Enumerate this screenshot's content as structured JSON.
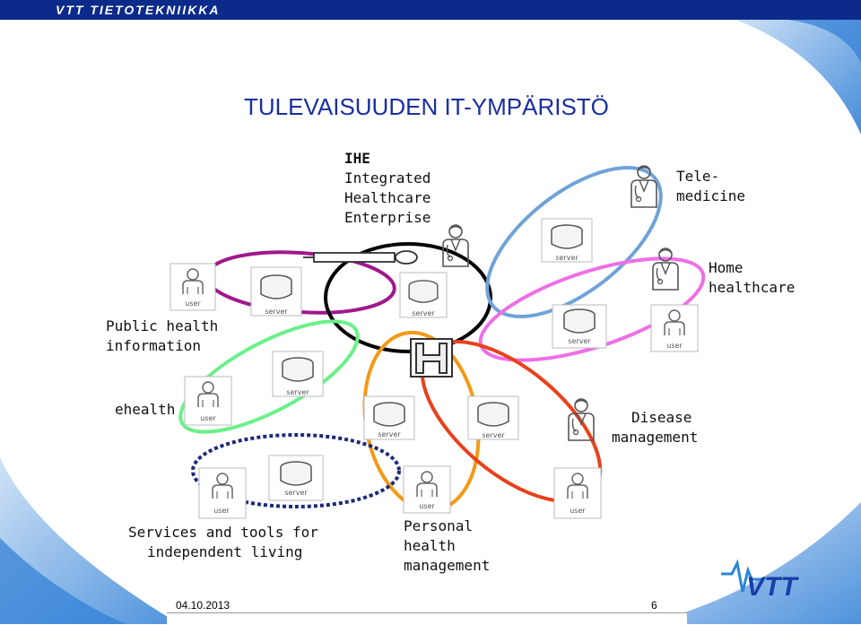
{
  "header": {
    "brand": "VTT TIETOTEKNIIKKA"
  },
  "title": "TULEVAISUUDEN IT-YMPÄRISTÖ",
  "labels": {
    "ihe_1": "IHE",
    "ihe_2": "Integrated",
    "ihe_3": "Healthcare",
    "ihe_4": "Enterprise",
    "tele_1": "Tele-",
    "tele_2": "medicine",
    "home_1": "Home",
    "home_2": "healthcare",
    "public_1": "Public health",
    "public_2": "information",
    "ehealth": "ehealth",
    "disease_1": "Disease",
    "disease_2": "management",
    "services_1": "Services and tools for",
    "services_2": "independent living",
    "personal_1": "Personal",
    "personal_2": "health",
    "personal_3": "management"
  },
  "node_captions": {
    "user": "user",
    "server": "server"
  },
  "footer": {
    "date": "04.10.2013",
    "page": "6"
  },
  "logo": {
    "text": "VTT"
  },
  "colors": {
    "brand_blue": "#0b2a8a",
    "title_blue": "#1a2f9e",
    "ring_magenta": "#a0188c",
    "ring_black": "#000000",
    "ring_green": "#6cf08a",
    "ring_orange": "#f29a16",
    "ring_red": "#e8411c",
    "ring_blue": "#6fa3d8",
    "ring_pink": "#ee6fe6",
    "ring_navy": "#1c2a7a"
  }
}
